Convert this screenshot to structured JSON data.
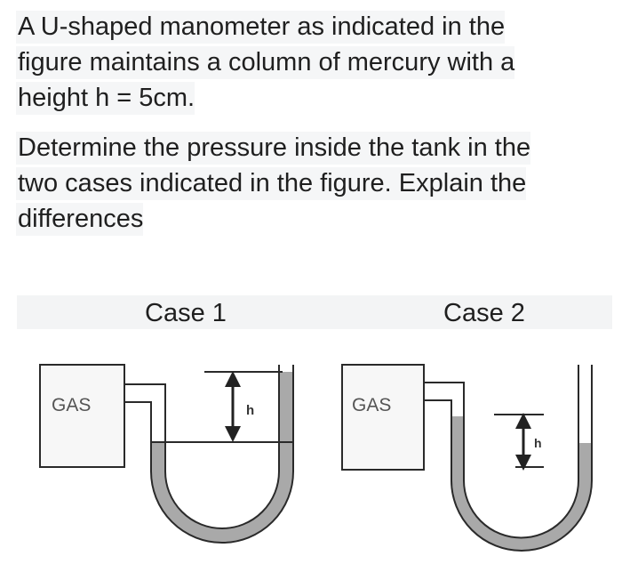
{
  "problem": {
    "paragraph1": [
      "A U-shaped manometer as indicated in the",
      "figure maintains a column of mercury with a",
      "height h = 5cm."
    ],
    "paragraph2": [
      "Determine the pressure inside the tank in the",
      "two cases indicated in the figure. Explain the",
      "differences"
    ]
  },
  "figure": {
    "case1_label": "Case 1",
    "case2_label": "Case 2",
    "tank_label": "GAS",
    "height_label": "h",
    "colors": {
      "mercury": "#a9a9a9",
      "outline": "#2a2a2a",
      "tank_fill": "#f7f7f7"
    }
  }
}
